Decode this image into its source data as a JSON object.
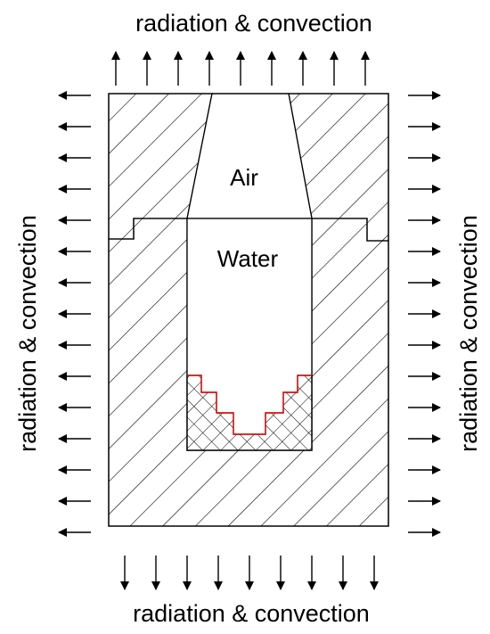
{
  "labels": {
    "top": "radiation & convection",
    "bottom": "radiation & convection",
    "left": "radiation & convection",
    "right": "radiation & convection",
    "air": "Air",
    "water": "Water"
  },
  "colors": {
    "line": "#000000",
    "interface_edge": "#e00000",
    "background": "#ffffff"
  }
}
